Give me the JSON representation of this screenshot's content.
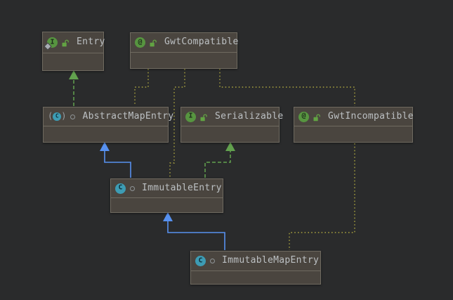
{
  "diagram": {
    "type": "uml-class-diagram",
    "background": "#2a2b2c",
    "node_fill": "#4a453f",
    "node_border": "#6f6a60",
    "label_color": "#bcc0c3",
    "colors": {
      "extends_edge_blue": "#5791f0",
      "implements_edge_green": "#62a14e",
      "annotation_edge_yellow": "#a8a23f",
      "interface_icon_green": "#579540",
      "class_icon_teal": "#3d9cb4",
      "lock_icon_green": "#62a343"
    },
    "icon_glyphs": {
      "interface": "I",
      "annotation": "@",
      "class": "C",
      "abstract_open": "(",
      "abstract_close": ")"
    },
    "nodes": [
      {
        "label": "Entry",
        "kind": "interface",
        "visibility": "public"
      },
      {
        "label": "GwtCompatible",
        "kind": "annotation",
        "visibility": "public"
      },
      {
        "label": "AbstractMapEntry",
        "kind": "abstract-class",
        "visibility": "package-private"
      },
      {
        "label": "Serializable",
        "kind": "interface",
        "visibility": "public"
      },
      {
        "label": "GwtIncompatible",
        "kind": "annotation",
        "visibility": "public"
      },
      {
        "label": "ImmutableEntry",
        "kind": "class",
        "visibility": "package-private"
      },
      {
        "label": "ImmutableMapEntry",
        "kind": "class",
        "visibility": "package-private"
      }
    ],
    "edges": [
      {
        "from": "AbstractMapEntry",
        "to": "Entry",
        "relation": "implements",
        "style": "green-dashed-arrow"
      },
      {
        "from": "ImmutableEntry",
        "to": "AbstractMapEntry",
        "relation": "extends",
        "style": "blue-solid-arrow"
      },
      {
        "from": "ImmutableEntry",
        "to": "Serializable",
        "relation": "implements",
        "style": "green-dashed-arrow"
      },
      {
        "from": "ImmutableMapEntry",
        "to": "ImmutableEntry",
        "relation": "extends",
        "style": "blue-solid-arrow"
      },
      {
        "from": "GwtCompatible",
        "to": "AbstractMapEntry",
        "relation": "annotates",
        "style": "yellow-dotted"
      },
      {
        "from": "GwtCompatible",
        "to": "ImmutableEntry",
        "relation": "annotates",
        "style": "yellow-dotted"
      },
      {
        "from": "GwtCompatible",
        "to": "GwtIncompatible",
        "relation": "annotates",
        "style": "yellow-dotted"
      },
      {
        "from": "GwtIncompatible",
        "to": "ImmutableMapEntry",
        "relation": "annotates",
        "style": "yellow-dotted"
      }
    ]
  }
}
